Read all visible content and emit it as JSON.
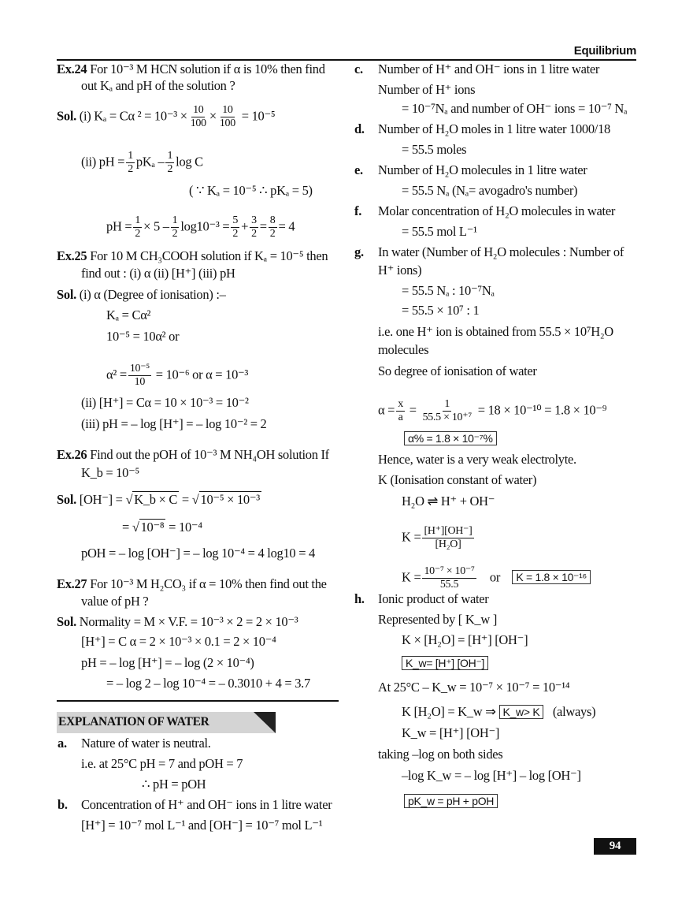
{
  "header": {
    "title": "Equilibrium",
    "page_number": "94"
  },
  "left": {
    "ex24": {
      "label": "Ex.24",
      "q1": "For 10⁻³ M HCN solution if α is 10% then find",
      "q2": "out Kₐ and pH of the solution ?",
      "sol_label": "Sol.",
      "s1a": "(i)   Kₐ  = Cα ²  =  10⁻³ ×",
      "f1n": "10",
      "f1d": "100",
      "x": "×",
      "f2n": "10",
      "f2d": "100",
      "s1b": "= 10⁻⁵",
      "s2a": "(ii)   pH =",
      "half": "1",
      "two": "2",
      "s2b": "pKₐ –",
      "s2c": "log C",
      "s3": "( ∵ Kₐ = 10⁻⁵    ∴ pKₐ = 5)",
      "s4a": "pH =",
      "s4b": "× 5 –",
      "s4c": "log10⁻³  =",
      "five": "5",
      "three": "3",
      "eight": "8",
      "plus": "+",
      "eq": "=",
      "s4d": "= 4"
    },
    "ex25": {
      "label": "Ex.25",
      "q1": "For 10 M CH₃COOH solution if Kₐ = 10⁻⁵ then",
      "q2": "find out :   (i) α                     (ii) [H⁺] (iii) pH",
      "sol_label": "Sol.",
      "s1": "(i) α (Degree of ionisation) :–",
      "s2": "Kₐ = Cα²",
      "s3": "10⁻⁵  =  10α²                 or",
      "s4a": "α² =",
      "f_n": "10⁻⁵",
      "f_d": "10",
      "s4b": "= 10⁻⁶  or  α =  10⁻³",
      "s5": "(ii)  [H⁺]   = Cα = 10 × 10⁻³   = 10⁻²",
      "s6": "(iii)  pH     = – log [H⁺] = – log 10⁻²   = 2"
    },
    "ex26": {
      "label": "Ex.26",
      "q1": "Find out the pOH of 10⁻³ M NH₄OH solution If",
      "q2": "K_b = 10⁻⁵",
      "sol_label": "Sol.",
      "s1a": "[OH⁻] = √",
      "s1r1": "K_b × C",
      "s1b": " =  √",
      "s1r2": "10⁻⁵ × 10⁻³",
      "s2a": "=   √",
      "s2r": "10⁻⁸",
      "s2b": " = 10⁻⁴",
      "s3": "pOH  = – log [OH⁻] = – log 10⁻⁴ = 4 log10 =  4"
    },
    "ex27": {
      "label": "Ex.27",
      "q1": "For 10⁻³ M H₂CO₃ if α = 10% then find out the",
      "q2": "value of pH ?",
      "sol_label": "Sol.",
      "s1": "Normality = M × V.F. =    10⁻³ × 2 = 2 × 10⁻³",
      "s2": "[H⁺] = C α = 2 × 10⁻³ × 0.1 =      2 × 10⁻⁴",
      "s3": "pH   = – log [H⁺] = – log (2 × 10⁻⁴)",
      "s4": "= – log 2 – log 10⁻⁴ = – 0.3010 + 4 = 3.7"
    },
    "section_title": "EXPLANATION OF WATER",
    "a": {
      "label": "a.",
      "t1": "Nature of water is neutral.",
      "t2": "i.e.   at 25°C         pH = 7 and        pOH = 7",
      "t3": "∴           pH = pOH"
    },
    "b": {
      "label": "b.",
      "t1": "Concentration of H⁺ and OH⁻ ions in 1 litre water",
      "t2": "[H⁺] = 10⁻⁷ mol L⁻¹  and  [OH⁻] = 10⁻⁷ mol L⁻¹"
    }
  },
  "right": {
    "c": {
      "label": "c.",
      "t1": "Number of H⁺ and OH⁻ ions in 1 litre water",
      "t2": "Number of H⁺ ions",
      "t3": "= 10⁻⁷Nₐ  and  number of OH⁻ ions = 10⁻⁷ Nₐ"
    },
    "d": {
      "label": "d.",
      "t1": "Number of H₂O moles in 1 litre water 1000/18",
      "t2": "= 55.5 moles"
    },
    "e": {
      "label": "e.",
      "t1": "Number of H₂O molecules in 1 litre water",
      "t2": "= 55.5 Nₐ        (Nₐ= avogadro's number)"
    },
    "f": {
      "label": "f.",
      "t1": "Molar concentration of H₂O molecules in water",
      "t2": "= 55.5 mol L⁻¹"
    },
    "g": {
      "label": "g.",
      "t1": "In water (Number of H₂O molecules : Number of",
      "t2": "H⁺ ions)",
      "t3": "= 55.5 Nₐ  : 10⁻⁷Nₐ",
      "t4": "= 55.5 ×  10⁷ : 1",
      "t5": "i.e. one H⁺ ion is obtained from 55.5 ×  10⁷H₂O",
      "t6": "molecules",
      "t7": "So degree of ionisation of water",
      "a1": "α =",
      "xn": "x",
      "xd": "a",
      "a2": "=",
      "on": "1",
      "od": "55.5 × 10⁺⁷",
      "a3": "= 18 ×  10⁻¹⁰  = 1.8 × 10⁻⁹",
      "box1": "α% = 1.8 × 10⁻⁷%",
      "t8": "Hence, water is a very weak electrolyte.",
      "t9": "K (Ionisation constant of water)",
      "t10": "H₂O ⇌  H⁺ + OH⁻",
      "k1": "K =",
      "kn": "[H⁺][OH⁻]",
      "kd": "[H₂O]",
      "k2": "K =",
      "k2n": "10⁻⁷ × 10⁻⁷",
      "k2d": "55.5",
      "or": "or",
      "box2": "K = 1.8 × 10⁻¹⁶"
    },
    "h": {
      "label": "h.",
      "t1": "Ionic product of water",
      "t2": "Represented by [ K_w ]",
      "t3": "K × [H₂O] = [H⁺] [OH⁻]",
      "box1": "K_w= [H⁺] [OH⁻]",
      "t4": "At 25°C – K_w = 10⁻⁷ × 10⁻⁷          = 10⁻¹⁴",
      "t5a": "K [H₂O] = K_w  ⇒",
      "box2": "K_w> K",
      "t5b": "(always)",
      "t6": "K_w = [H⁺] [OH⁻]",
      "t7": "taking –log on both sides",
      "t8": "–log K_w = – log [H⁺] – log [OH⁻]",
      "box3": "pK_w  =  pH + pOH"
    }
  }
}
